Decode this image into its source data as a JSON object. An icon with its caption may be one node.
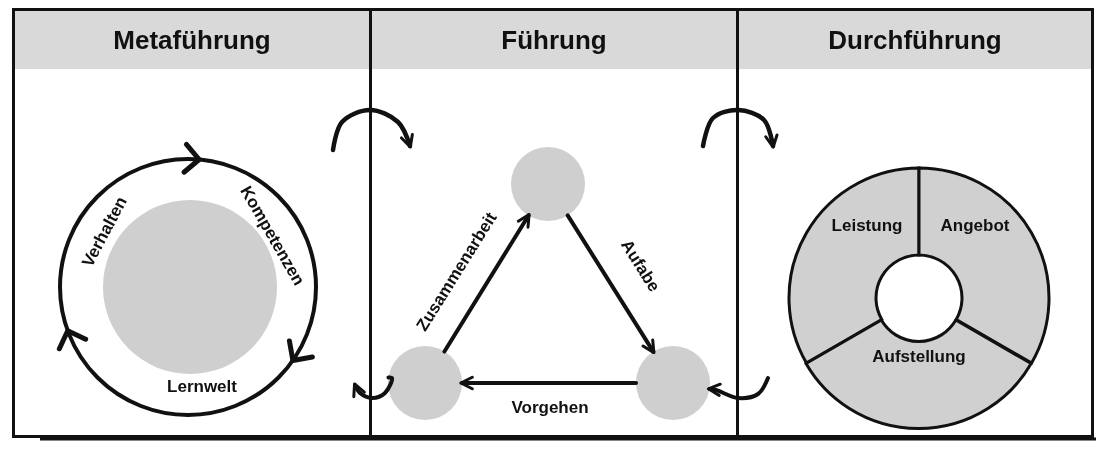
{
  "diagram": {
    "nodes": [
      {
        "text": [
          "Metaführung"
        ]
      },
      {
        "text": [
          "Führung"
        ]
      },
      {
        "text": [
          "Durchführung"
        ]
      },
      {
        "text": [],
        "shape": "circle",
        "in": 0
      },
      {
        "text": [],
        "shape": "circle",
        "in": 1
      },
      {
        "text": [],
        "shape": "circle",
        "in": 1
      },
      {
        "text": [],
        "shape": "circle",
        "in": 1
      },
      {
        "text": [
          "Leistung"
        ],
        "in": 2
      },
      {
        "text": [
          "Angebot"
        ],
        "in": 2
      },
      {
        "text": [
          "Aufstellung"
        ],
        "in": 2
      }
    ],
    "edges": [
      {
        "from": 5,
        "to": 4,
        "arrow": "to",
        "label": "Zusammenarbeit"
      },
      {
        "from": 4,
        "to": 6,
        "arrow": "to",
        "label": "Aufabe"
      },
      {
        "from": 6,
        "to": 5,
        "arrow": "to",
        "label": "Vorgehen"
      },
      {
        "from": null,
        "to": 6,
        "arrow": "to"
      },
      {
        "from": 5,
        "to": 0,
        "arrow": "to"
      }
    ],
    "labels": [
      "Verhalten",
      "Kompetenzen",
      "Lernwelt"
    ]
  }
}
